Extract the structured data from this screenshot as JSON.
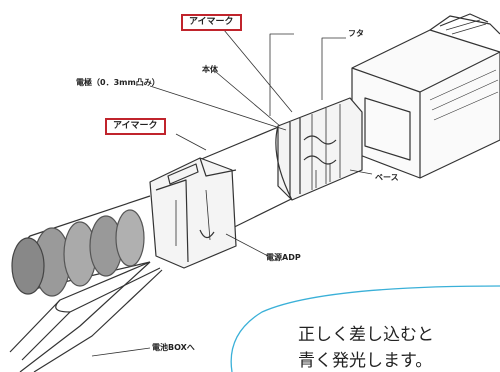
{
  "labels": {
    "eye_mark_top": "アイマーク",
    "futa": "フタ",
    "hontai": "本体",
    "conductor": "電極（0．3mm凸み）",
    "eye_mark_left": "アイマーク",
    "base": "ベース",
    "power_adp": "電源ADP",
    "battery_box": "電池BOXへ"
  },
  "bubble": {
    "line1": "正しく差し込むと",
    "line2": "青く発光します。"
  },
  "colors": {
    "accent_red": "#c0242c",
    "bubble_border": "#3ab0d8",
    "line": "#333333"
  }
}
